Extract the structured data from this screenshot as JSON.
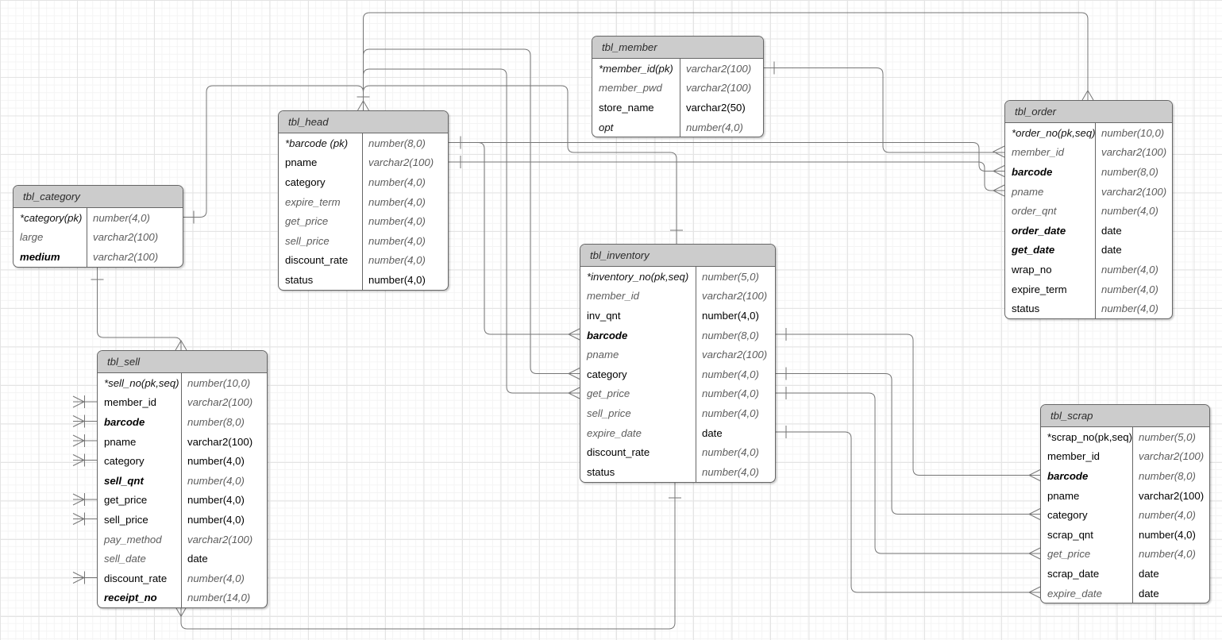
{
  "diagram": {
    "type": "entity-relationship",
    "notation": "crow-foot",
    "colors": {
      "table_header_fill": "#cccccc",
      "table_border": "#666666",
      "connector": "#757575",
      "required_text": "#000000",
      "optional_text": "#5c5c5c",
      "grid_major": "#e4e4e4",
      "grid_minor": "#f4f4f4"
    },
    "tables": [
      {
        "id": "tbl_member",
        "title": "tbl_member",
        "fields": [
          {
            "name": "*member_id(pk)",
            "type": "varchar2(100)",
            "name_style": "pk",
            "type_style": "i"
          },
          {
            "name": "member_pwd",
            "type": "varchar2(100)",
            "name_style": "opt",
            "type_style": "i"
          },
          {
            "name": "store_name",
            "type": "varchar2(50)",
            "name_style": "req",
            "type_style": "r"
          },
          {
            "name": "opt",
            "type": "number(4,0)",
            "name_style": "pk",
            "type_style": "i"
          }
        ]
      },
      {
        "id": "tbl_head",
        "title": "tbl_head",
        "fields": [
          {
            "name": "*barcode (pk)",
            "type": "number(8,0)",
            "name_style": "pk",
            "type_style": "i"
          },
          {
            "name": "pname",
            "type": "varchar2(100)",
            "name_style": "req",
            "type_style": "i"
          },
          {
            "name": "category",
            "type": "number(4,0)",
            "name_style": "req",
            "type_style": "i"
          },
          {
            "name": "expire_term",
            "type": "number(4,0)",
            "name_style": "opt",
            "type_style": "i"
          },
          {
            "name": "get_price",
            "type": "number(4,0)",
            "name_style": "opt",
            "type_style": "i"
          },
          {
            "name": "sell_price",
            "type": "number(4,0)",
            "name_style": "opt",
            "type_style": "i"
          },
          {
            "name": "discount_rate",
            "type": "number(4,0)",
            "name_style": "req",
            "type_style": "i"
          },
          {
            "name": "status",
            "type": "number(4,0)",
            "name_style": "req",
            "type_style": "r"
          }
        ]
      },
      {
        "id": "tbl_category",
        "title": "tbl_category",
        "fields": [
          {
            "name": "*category(pk)",
            "type": "number(4,0)",
            "name_style": "pk",
            "type_style": "i"
          },
          {
            "name": "large",
            "type": "varchar2(100)",
            "name_style": "opt",
            "type_style": "i"
          },
          {
            "name": "medium",
            "type": "varchar2(100)",
            "name_style": "bold",
            "type_style": "i"
          }
        ]
      },
      {
        "id": "tbl_order",
        "title": "tbl_order",
        "fields": [
          {
            "name": "*order_no(pk,seq)",
            "type": "number(10,0)",
            "name_style": "pk",
            "type_style": "i"
          },
          {
            "name": "member_id",
            "type": "varchar2(100)",
            "name_style": "opt",
            "type_style": "i"
          },
          {
            "name": "barcode",
            "type": "number(8,0)",
            "name_style": "bold",
            "type_style": "i"
          },
          {
            "name": "pname",
            "type": "varchar2(100)",
            "name_style": "opt",
            "type_style": "i"
          },
          {
            "name": "order_qnt",
            "type": "number(4,0)",
            "name_style": "opt",
            "type_style": "i"
          },
          {
            "name": "order_date",
            "type": "date",
            "name_style": "bold",
            "type_style": "r"
          },
          {
            "name": "get_date",
            "type": "date",
            "name_style": "bold",
            "type_style": "r"
          },
          {
            "name": "wrap_no",
            "type": "number(4,0)",
            "name_style": "req",
            "type_style": "i"
          },
          {
            "name": "expire_term",
            "type": "number(4,0)",
            "name_style": "req",
            "type_style": "i"
          },
          {
            "name": "status",
            "type": "number(4,0)",
            "name_style": "req",
            "type_style": "i"
          }
        ]
      },
      {
        "id": "tbl_inventory",
        "title": "tbl_inventory",
        "fields": [
          {
            "name": "*inventory_no(pk,seq)",
            "type": "number(5,0)",
            "name_style": "pk",
            "type_style": "i"
          },
          {
            "name": "member_id",
            "type": "varchar2(100)",
            "name_style": "opt",
            "type_style": "i"
          },
          {
            "name": "inv_qnt",
            "type": "number(4,0)",
            "name_style": "req",
            "type_style": "r"
          },
          {
            "name": "barcode",
            "type": "number(8,0)",
            "name_style": "bold",
            "type_style": "i"
          },
          {
            "name": "pname",
            "type": "varchar2(100)",
            "name_style": "opt",
            "type_style": "i"
          },
          {
            "name": "category",
            "type": "number(4,0)",
            "name_style": "req",
            "type_style": "i"
          },
          {
            "name": "get_price",
            "type": "number(4,0)",
            "name_style": "opt",
            "type_style": "i"
          },
          {
            "name": "sell_price",
            "type": "number(4,0)",
            "name_style": "opt",
            "type_style": "i"
          },
          {
            "name": "expire_date",
            "type": "date",
            "name_style": "opt",
            "type_style": "r"
          },
          {
            "name": "discount_rate",
            "type": "number(4,0)",
            "name_style": "req",
            "type_style": "i"
          },
          {
            "name": "status",
            "type": "number(4,0)",
            "name_style": "req",
            "type_style": "i"
          }
        ]
      },
      {
        "id": "tbl_sell",
        "title": "tbl_sell",
        "fields": [
          {
            "name": "*sell_no(pk,seq)",
            "type": "number(10,0)",
            "name_style": "pk",
            "type_style": "i"
          },
          {
            "name": "member_id",
            "type": "varchar2(100)",
            "name_style": "req",
            "type_style": "i"
          },
          {
            "name": "barcode",
            "type": "number(8,0)",
            "name_style": "bold",
            "type_style": "i"
          },
          {
            "name": "pname",
            "type": "varchar2(100)",
            "name_style": "req",
            "type_style": "r"
          },
          {
            "name": "category",
            "type": "number(4,0)",
            "name_style": "req",
            "type_style": "r"
          },
          {
            "name": "sell_qnt",
            "type": "number(4,0)",
            "name_style": "bold",
            "type_style": "i"
          },
          {
            "name": "get_price",
            "type": "number(4,0)",
            "name_style": "req",
            "type_style": "r"
          },
          {
            "name": "sell_price",
            "type": "number(4,0)",
            "name_style": "req",
            "type_style": "r"
          },
          {
            "name": "pay_method",
            "type": "varchar2(100)",
            "name_style": "opt",
            "type_style": "i"
          },
          {
            "name": "sell_date",
            "type": "date",
            "name_style": "opt",
            "type_style": "r"
          },
          {
            "name": "discount_rate",
            "type": "number(4,0)",
            "name_style": "req",
            "type_style": "i"
          },
          {
            "name": "receipt_no",
            "type": "number(14,0)",
            "name_style": "bold",
            "type_style": "i"
          }
        ]
      },
      {
        "id": "tbl_scrap",
        "title": "tbl_scrap",
        "fields": [
          {
            "name": "*scrap_no(pk,seq)",
            "type": "number(5,0)",
            "name_style": "req",
            "type_style": "i"
          },
          {
            "name": "member_id",
            "type": "varchar2(100)",
            "name_style": "req",
            "type_style": "i"
          },
          {
            "name": "barcode",
            "type": "number(8,0)",
            "name_style": "bold",
            "type_style": "i"
          },
          {
            "name": "pname",
            "type": "varchar2(100)",
            "name_style": "req",
            "type_style": "r"
          },
          {
            "name": "category",
            "type": "number(4,0)",
            "name_style": "req",
            "type_style": "i"
          },
          {
            "name": "scrap_qnt",
            "type": "number(4,0)",
            "name_style": "req",
            "type_style": "r"
          },
          {
            "name": "get_price",
            "type": "number(4,0)",
            "name_style": "opt",
            "type_style": "i"
          },
          {
            "name": "scrap_date",
            "type": "date",
            "name_style": "req",
            "type_style": "r"
          },
          {
            "name": "expire_date",
            "type": "date",
            "name_style": "opt",
            "type_style": "r"
          }
        ]
      }
    ],
    "relationships": [
      {
        "from": "tbl_head (top)",
        "to": "tbl_order (top)",
        "from_marker": "one-many",
        "to_marker": "many"
      },
      {
        "from": "tbl_category.category",
        "to": "tbl_head (top)",
        "from_marker": "one",
        "to_marker": "many"
      },
      {
        "from": "tbl_head (top)",
        "to": "tbl_inventory (top)",
        "from_marker": "many",
        "to_marker": "one"
      },
      {
        "from": "tbl_head (top)",
        "to": "tbl_inventory.category",
        "from_marker": "many",
        "to_marker": "many"
      },
      {
        "from": "tbl_head (top)",
        "to": "tbl_inventory.get_price",
        "from_marker": "many",
        "to_marker": "many"
      },
      {
        "from": "tbl_head.barcode",
        "to": "tbl_order.barcode",
        "from_marker": "one",
        "to_marker": "many"
      },
      {
        "from": "tbl_head.barcode",
        "to": "tbl_inventory.barcode",
        "from_marker": "one",
        "to_marker": "many"
      },
      {
        "from": "tbl_head.pname",
        "to": "tbl_order.pname",
        "from_marker": "one",
        "to_marker": "many"
      },
      {
        "from": "tbl_member.member_id",
        "to": "tbl_order.member_id",
        "from_marker": "one",
        "to_marker": "many"
      },
      {
        "from": "tbl_category (bottom)",
        "to": "tbl_sell (top)",
        "from_marker": "one",
        "to_marker": "many"
      },
      {
        "from": "tbl_inventory (bottom)",
        "to": "tbl_sell (bottom)",
        "from_marker": "one",
        "to_marker": "many"
      },
      {
        "from": "tbl_inventory.barcode",
        "to": "tbl_scrap.barcode",
        "from_marker": "one",
        "to_marker": "many"
      },
      {
        "from": "tbl_inventory.category",
        "to": "tbl_scrap.category",
        "from_marker": "one",
        "to_marker": "many"
      },
      {
        "from": "tbl_inventory.get_price",
        "to": "tbl_scrap.get_price",
        "from_marker": "one",
        "to_marker": "many"
      },
      {
        "from": "tbl_inventory.expire_date",
        "to": "tbl_scrap.expire_date",
        "from_marker": "one",
        "to_marker": "many"
      },
      {
        "from": "tbl_sell.member_id",
        "to": "(unconnected stub)",
        "from_marker": "many-one",
        "to_marker": "none"
      },
      {
        "from": "tbl_sell.barcode",
        "to": "(unconnected stub)",
        "from_marker": "many-one",
        "to_marker": "none"
      },
      {
        "from": "tbl_sell.pname",
        "to": "(unconnected stub)",
        "from_marker": "many-one",
        "to_marker": "none"
      },
      {
        "from": "tbl_sell.category",
        "to": "(unconnected stub)",
        "from_marker": "many-one",
        "to_marker": "none"
      },
      {
        "from": "tbl_sell.get_price",
        "to": "(unconnected stub)",
        "from_marker": "many-one",
        "to_marker": "none"
      },
      {
        "from": "tbl_sell.sell_price",
        "to": "(unconnected stub)",
        "from_marker": "many-one",
        "to_marker": "none"
      },
      {
        "from": "tbl_sell.discount_rate",
        "to": "(unconnected stub)",
        "from_marker": "many-one",
        "to_marker": "none"
      }
    ]
  }
}
